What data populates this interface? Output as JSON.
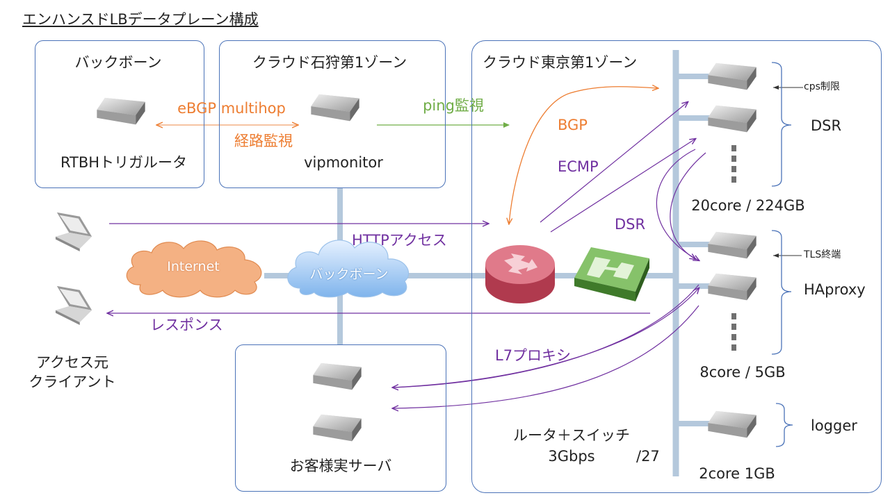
{
  "title": "エンハンスドLBデータプレーン構成",
  "groups": {
    "backbone": "バックボーン",
    "ishikari": "クラウド石狩第1ゾーン",
    "tokyo": "クラウド東京第1ゾーン"
  },
  "labels": {
    "rtbh": "RTBHトリガルータ",
    "vipmonitor": "vipmonitor",
    "ebgp": "eBGP multihop",
    "route_monitor": "経路監視",
    "ping": "ping監視",
    "bgp": "BGP",
    "ecmp": "ECMP",
    "dsr_arrow": "DSR",
    "http": "HTTPアクセス",
    "response": "レスポンス",
    "l7": "L7プロキシ",
    "internet": "Internet",
    "backbone_cloud": "バックボーン",
    "client_line1": "アクセス元",
    "client_line2": "クライアント",
    "origin": "お客様実サーバ",
    "router_switch": "ルータ＋スイッチ",
    "bandwidth": "3Gbps",
    "subnet": "/27",
    "cps": "cps制限",
    "tls": "TLS終端",
    "dsr_group": "DSR",
    "haproxy_group": "HAproxy",
    "logger_group": "logger",
    "dsr_spec": "20core / 224GB",
    "haproxy_spec": "8core / 5GB",
    "logger_spec": "2core 1GB"
  },
  "colors": {
    "box_border": "#4a72b8",
    "backbone_line": "#b4c8dc",
    "orange": "#ed7d31",
    "green": "#70ad47",
    "purple": "#7030a0",
    "internet": "#f4b183",
    "bracket": "#4a72b8"
  }
}
